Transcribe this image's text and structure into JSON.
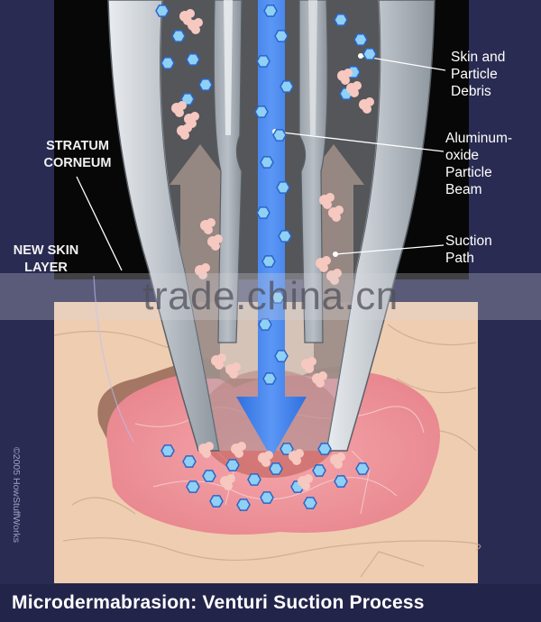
{
  "labels": {
    "stratum_corneum": "STRATUM\nCORNEUM",
    "new_skin_layer": "NEW SKIN\nLAYER",
    "skin_particle_debris": "Skin and\nParticle\nDebris",
    "aluminum_oxide_beam": "Aluminum-\noxide\nParticle\nBeam",
    "suction_path": "Suction\nPath"
  },
  "watermark": "trade.china.cn",
  "credit": "©2005 HowStuffWorks",
  "title": "Microdermabrasion: Venturi Suction Process",
  "colors": {
    "background": "#2a2b52",
    "skin_tan": "#efcdb0",
    "skin_pink": "#ee9aa0",
    "device_gray": "#c4c9cf",
    "beam_blue": "#3d7ee8",
    "crystal_blue": "#8fd0f5",
    "debris_pink": "#f6c8c0",
    "suction_arrow": "#8b6a5a"
  },
  "icons": [
    "up-arrow-icon",
    "down-arrow-icon"
  ]
}
